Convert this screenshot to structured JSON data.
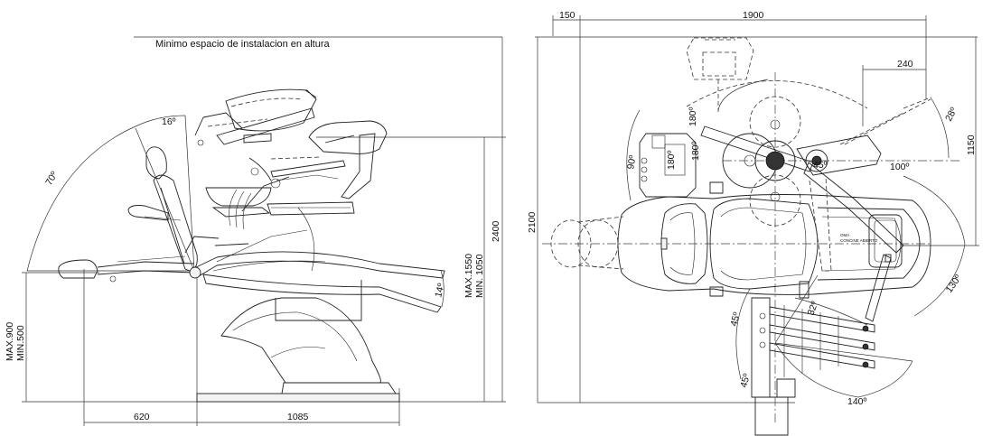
{
  "side_view": {
    "header_note": "Minimo espacio de instalacion en altura",
    "angle_headrest": "16º",
    "angle_recline": "70º",
    "angle_seat": "14º",
    "dim_height_total": "2400",
    "dim_height_max": "MAX.1550",
    "dim_height_min": "MIN. 1050",
    "dim_seat_max": "MAX.900",
    "dim_seat_min": "MIN.500",
    "dim_base_front": "620",
    "dim_base_length": "1085"
  },
  "top_view": {
    "dim_top_offset": "150",
    "dim_top_width": "1900",
    "dim_arm_offset": "240",
    "dim_right_height": "1150",
    "dim_total_height": "2100",
    "angle_lamp": "180º",
    "angle_tray_a": "90º",
    "angle_tray_b": "180º",
    "angle_tray_c": "180º",
    "angle_arm": "28º",
    "angle_arm_b": "45º",
    "angle_arm_swing": "100º",
    "angle_dental_unit": "130º",
    "angle_instr_a": "45º",
    "angle_instr_b": "32º",
    "angle_instr_c": "45º",
    "angle_instr_d": "140º",
    "unit_text_a": "OMA",
    "unit_text_b": "CONCINE ABIERTO"
  }
}
